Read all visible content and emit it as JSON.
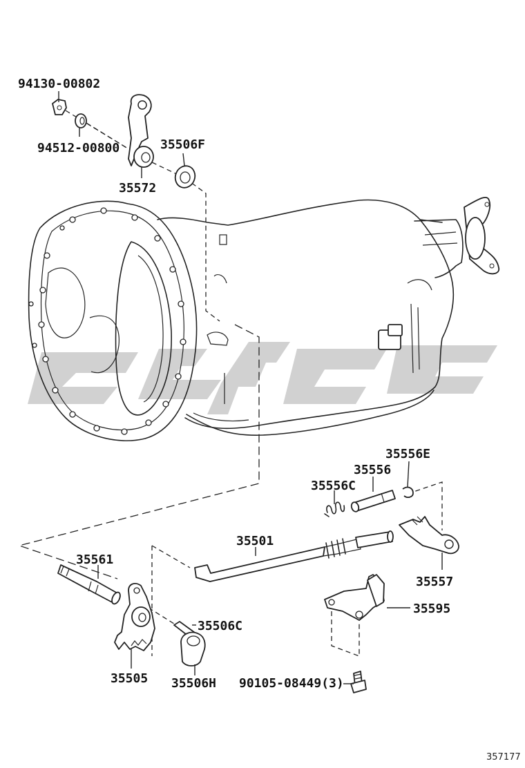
{
  "diagram": {
    "parts": {
      "nut": "94130-00802",
      "washer": "94512-00800",
      "seal_upper": "35506F",
      "lever_upper": "35572",
      "plate_35556e": "35556E",
      "pin_35556": "35556",
      "spring_35556c": "35556C",
      "cable_rod": "35501",
      "lever_35557": "35557",
      "shaft_35561": "35561",
      "pin_35506c": "35506C",
      "bracket_35595": "35595",
      "detent_lever": "35505",
      "seal_lower": "35506H",
      "bolt": "90105-08449(3)"
    },
    "reference_number": "357177",
    "watermark": {
      "color": "#cfcfcf"
    }
  }
}
